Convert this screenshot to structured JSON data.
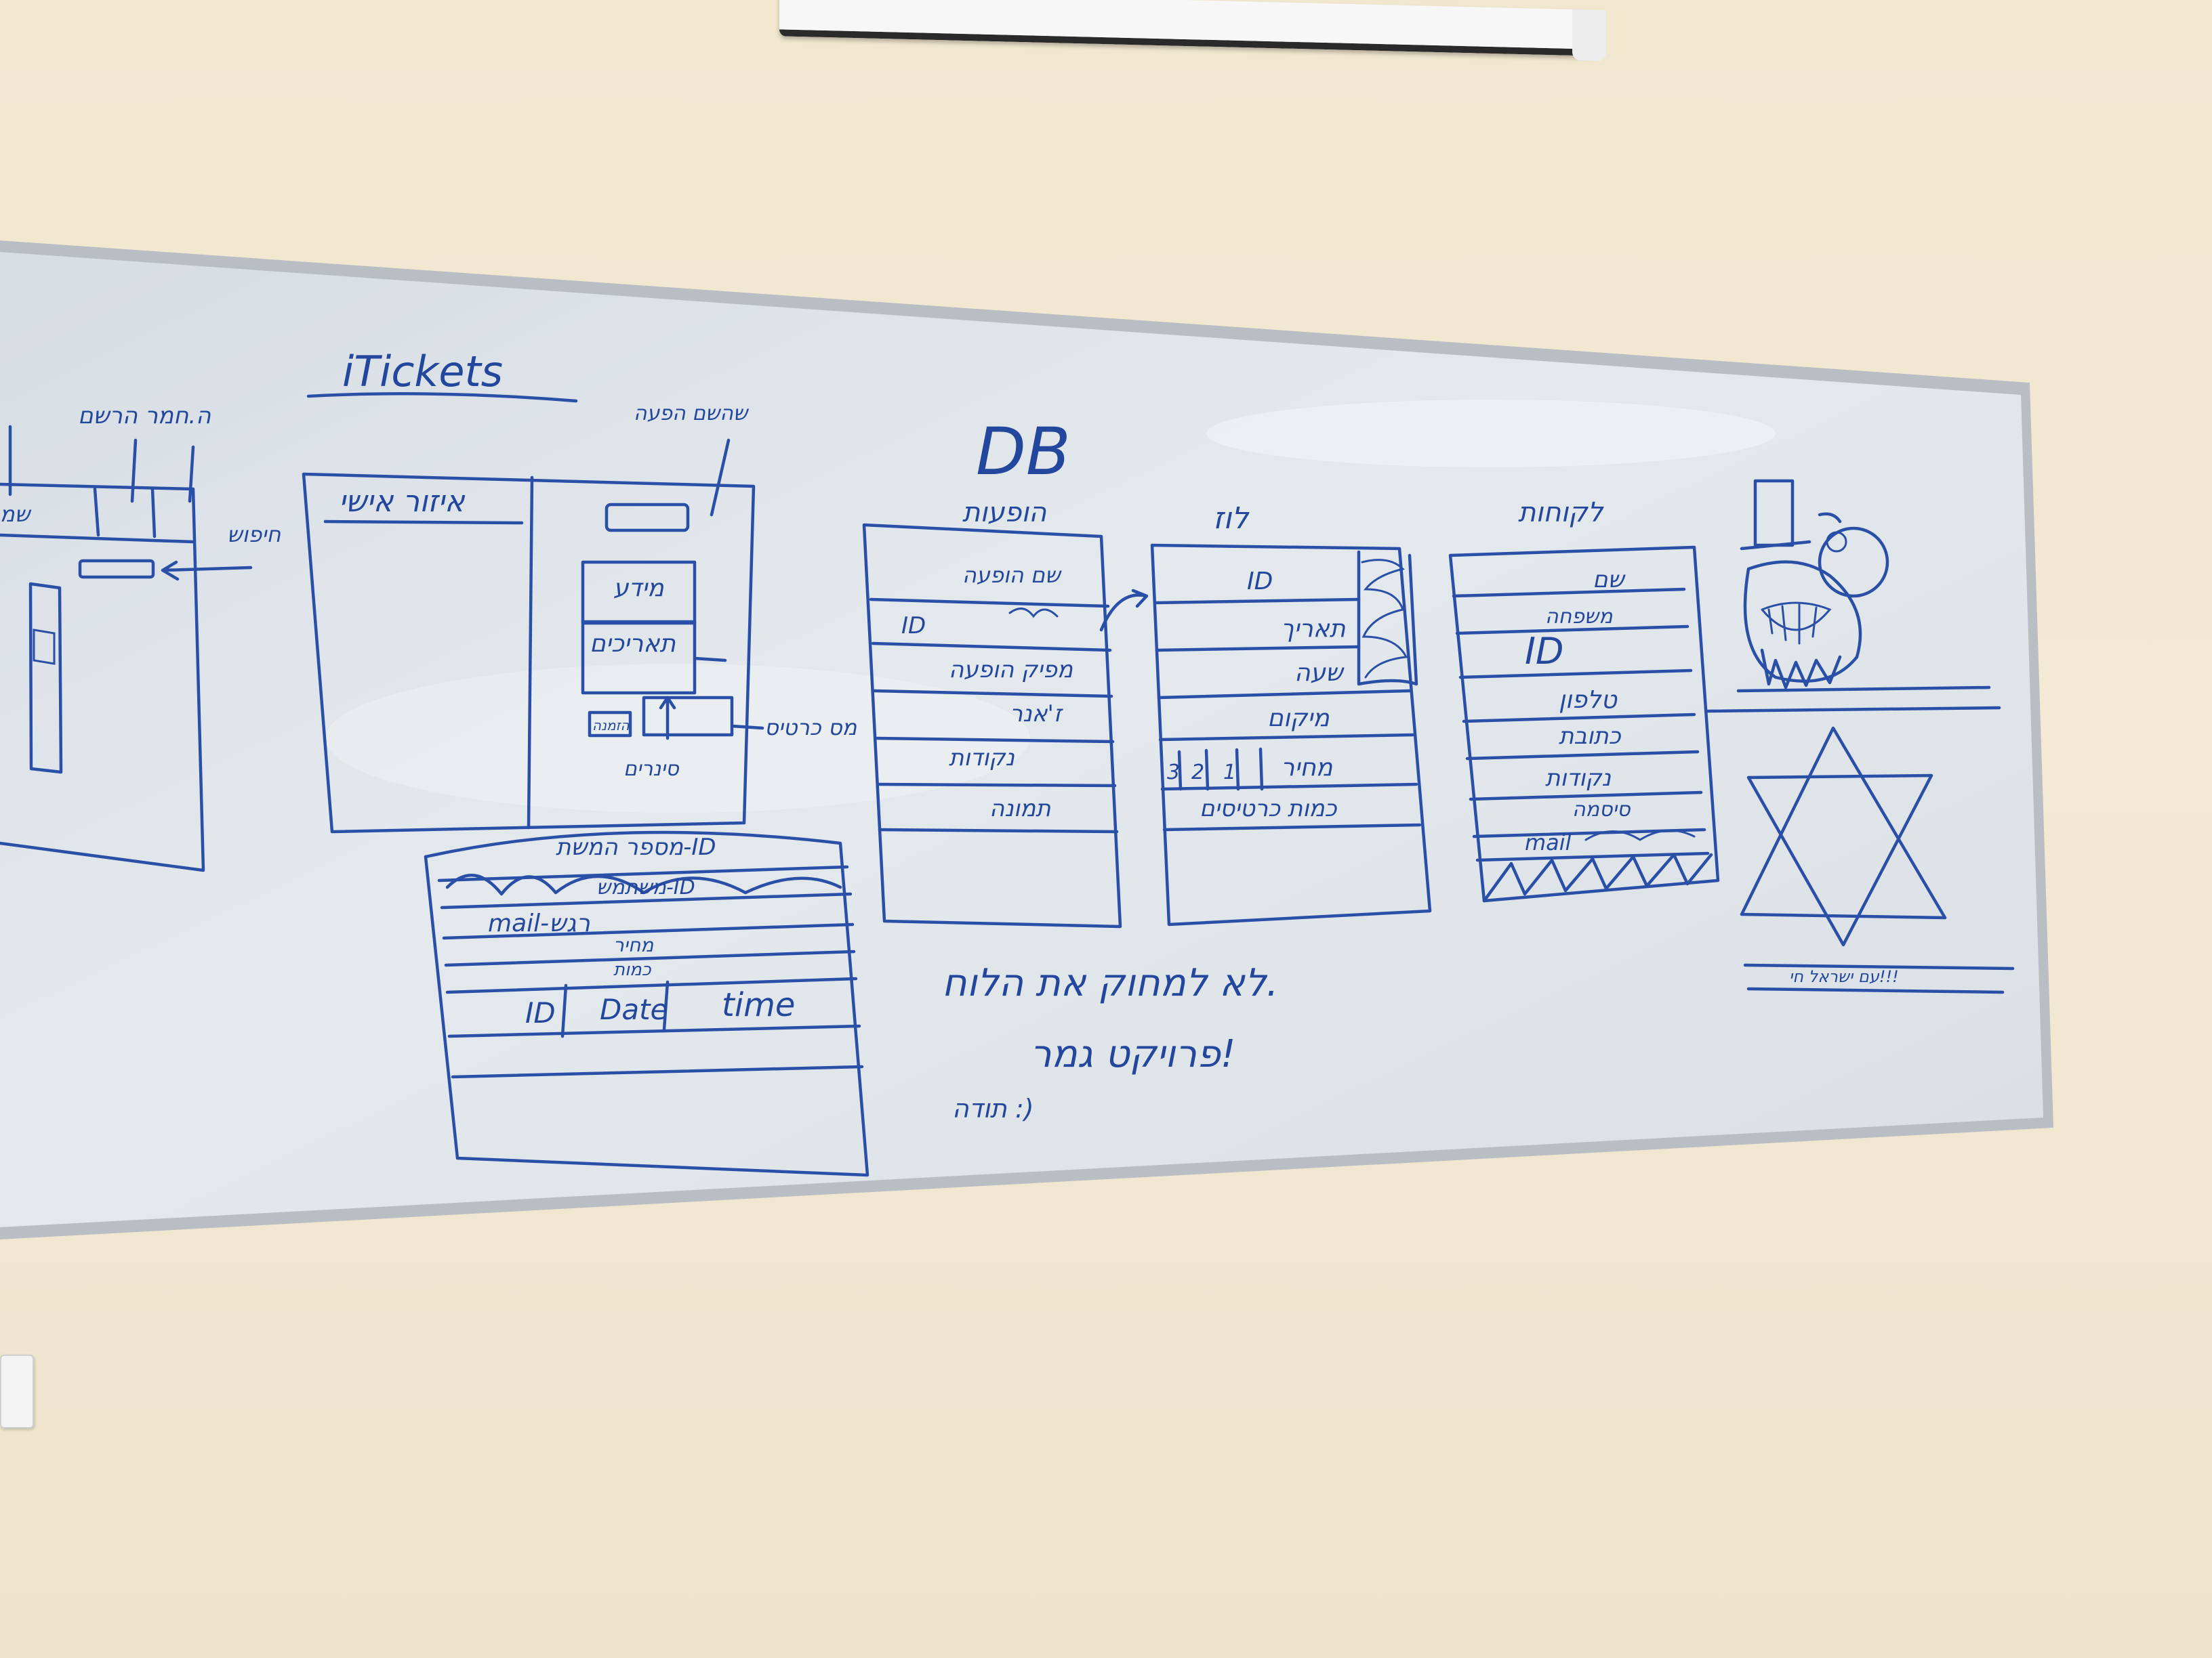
{
  "board": {
    "title": "iTickets",
    "heading_db": "DB",
    "left_screen_labels": {
      "top_note": "ה.חמר הרשם",
      "side_note": "חיפוש",
      "edge_word": "שמ"
    },
    "mockup": {
      "personal_area": "איזור אישי",
      "arrow_note": "שהשם הפעה",
      "btn_details": "מידע",
      "btn_reviews": "תאריכים",
      "small_btn": "הזמנה",
      "side_label": "מס כרטיס",
      "bottom_label": "סינרים"
    },
    "order_table": {
      "rows": [
        "מספר המשת-ID",
        "משתמש-ID",
        "mail-רגש",
        "מחיר",
        "כמות"
      ],
      "columns": [
        "ID",
        "Date",
        "time"
      ]
    },
    "tables": [
      {
        "name": "הופעות",
        "fields": [
          "שם הופעה",
          "ID",
          "מפיק הופעה",
          "ז'אנר",
          "נקודות",
          "תמונה"
        ]
      },
      {
        "name": "לוז",
        "fields": [
          "ID",
          "תאריך",
          "שעה",
          "מיקום",
          "מחיר",
          "כמות כרטיסים"
        ],
        "price_cells": [
          "3",
          "2",
          "1"
        ]
      },
      {
        "name": "לקוחות",
        "fields": [
          "שם",
          "משפחה",
          "ID",
          "טלפון",
          "כתובת",
          "נקודות",
          "סיסמה",
          "mail"
        ]
      }
    ],
    "note_lines": [
      "לא למחוק את הלוח.",
      "פרויקט גמר!",
      "תודה :)"
    ],
    "flag_caption": "עם ישראל חי!!!"
  },
  "colors": {
    "ink": "#2a4fa6",
    "wall": "#f1e7cf",
    "board": "#dfe5ea",
    "frame": "#b9bec4"
  }
}
